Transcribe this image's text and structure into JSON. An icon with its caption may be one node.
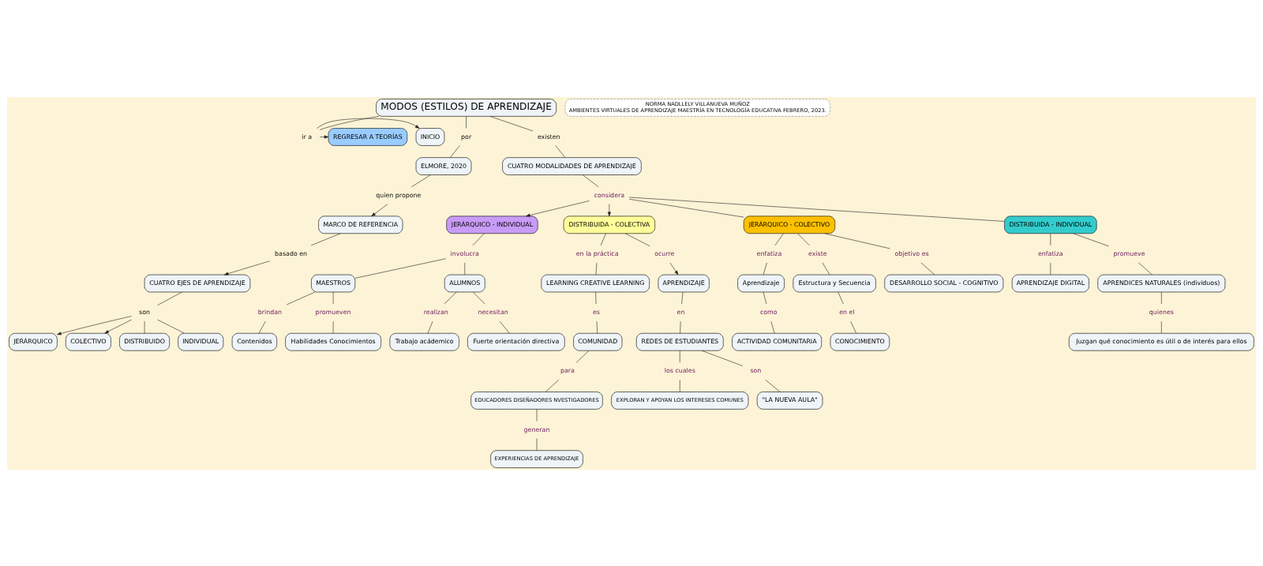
{
  "diagram": {
    "nodes": [
      {
        "text": [
          "INICIO"
        ]
      },
      {
        "text": [
          "ir a"
        ]
      },
      {
        "text": [
          "REGRESAR A TEORÍAS"
        ]
      },
      {
        "text": [
          "MODOS (ESTILOS) DE APRENDIZAJE"
        ]
      },
      {
        "text": [
          "por"
        ]
      },
      {
        "text": [
          "existen"
        ]
      },
      {
        "text": [
          "MARCO DE REFERENCIA"
        ]
      },
      {
        "text": [
          "quien propone"
        ]
      },
      {
        "text": [
          "ELMORE, 2020"
        ]
      },
      {
        "text": [
          "CUATRO MODALIDADES DE APRENDIZAJE"
        ]
      },
      {
        "text": [
          "basado en"
        ]
      },
      {
        "text": [
          "CUATRO EJES DE APRENDIZAJE"
        ]
      },
      {
        "text": [
          "considera"
        ]
      },
      {
        "text": [
          "JERÁRQUICO - INDIVIDUAL"
        ]
      },
      {
        "text": [
          "DISTRIBUIDA - COLECTIVA"
        ]
      },
      {
        "text": [
          "JERÁRQUICO - COLECTIVO"
        ]
      },
      {
        "text": [
          "DISTRIBUIDA - INDIVIDUAL"
        ]
      },
      {
        "text": [
          "JERÁRQUICO"
        ]
      },
      {
        "text": [
          "son"
        ]
      },
      {
        "text": [
          "COLECTIVO"
        ]
      },
      {
        "text": [
          "DISTRIBUIDO"
        ]
      },
      {
        "text": [
          "INDIVIDUAL"
        ]
      },
      {
        "text": [
          "involucra"
        ]
      },
      {
        "text": [
          "MAESTROS"
        ]
      },
      {
        "text": [
          "ALUMNOS"
        ]
      },
      {
        "text": [
          "brindan"
        ]
      },
      {
        "text": [
          "promueven"
        ]
      },
      {
        "text": [
          "realizan"
        ]
      },
      {
        "text": [
          "necesitan"
        ]
      },
      {
        "text": [
          "Contenidos"
        ]
      },
      {
        "text": [
          "Habilidades Conocimientos"
        ]
      },
      {
        "text": [
          "Trabajo acádemico"
        ]
      },
      {
        "text": [
          "Fuerte orientación directiva"
        ]
      },
      {
        "text": [
          "enfatiza"
        ]
      },
      {
        "text": [
          "existe"
        ]
      },
      {
        "text": [
          "objetivo es"
        ]
      },
      {
        "text": [
          "Aprendizaje"
        ]
      },
      {
        "text": [
          "Estructura y Secuencia"
        ]
      },
      {
        "text": [
          "DESARROLLO SOCIAL - COGNITIVO"
        ]
      },
      {
        "text": [
          "como"
        ]
      },
      {
        "text": [
          "en el"
        ]
      },
      {
        "text": [
          "ACTIVIDAD COMUNITARIA"
        ]
      },
      {
        "text": [
          "CONOCIMIENTO"
        ]
      },
      {
        "text": [
          "en la práctica"
        ]
      },
      {
        "text": [
          "LEARNING CREATIVE LEARNING"
        ]
      },
      {
        "text": [
          "ocurre"
        ]
      },
      {
        "text": [
          "APRENDIZAJE"
        ]
      },
      {
        "text": [
          "es"
        ]
      },
      {
        "text": [
          "COMUNIDAD"
        ]
      },
      {
        "text": [
          "en"
        ]
      },
      {
        "text": [
          "REDES DE ESTUDIANTES"
        ]
      },
      {
        "text": [
          "para"
        ]
      },
      {
        "text": [
          "enfatiza"
        ]
      },
      {
        "text": [
          "promueve"
        ]
      },
      {
        "text": [
          "APRENDIZAJE DIGITAL"
        ]
      },
      {
        "text": [
          "APRENDICES NATURALES (individuos)"
        ]
      },
      {
        "text": [
          "quienes"
        ]
      },
      {
        "text": [
          "Juzgan qué conocimiento es útil o de interés para ellos"
        ]
      },
      {
        "text": [
          "los cuales"
        ]
      },
      {
        "text": [
          "son"
        ]
      },
      {
        "text": [
          "EDUCADORES DISEÑADORES NVESTIGADORES"
        ]
      },
      {
        "text": [
          "\"LA NUEVA AULA\""
        ]
      },
      {
        "text": [
          "EXPLORAN Y APOYAN LOS INTERESES COMUNES"
        ]
      },
      {
        "text": [
          "generan"
        ]
      },
      {
        "text": [
          "EXPERIENCIAS DE APRENDIZAJE"
        ]
      },
      {
        "text": [
          "NORMA NADLLELY VILLANUEVA MUÑOZ",
          "AMBIENTES VIRTUALES DE APRENDIZAJE MAESTRÍA EN TECNOLOGÍA EDUCATIVA FEBRERO, 2023."
        ]
      }
    ],
    "edges": [
      {
        "from": 3,
        "to": 1,
        "arrow": "none"
      },
      {
        "from": 1,
        "to": 0,
        "arrow": "to"
      },
      {
        "from": 1,
        "to": 2,
        "arrow": "to"
      },
      {
        "from": 3,
        "to": 4,
        "arrow": "none"
      },
      {
        "from": 4,
        "to": 8,
        "arrow": "none"
      },
      {
        "from": 3,
        "to": 5,
        "arrow": "none"
      },
      {
        "from": 5,
        "to": 9,
        "arrow": "none"
      },
      {
        "from": 8,
        "to": 7,
        "arrow": "none"
      },
      {
        "from": 7,
        "to": 6,
        "arrow": "to"
      },
      {
        "from": 6,
        "to": 10,
        "arrow": "none"
      },
      {
        "from": 10,
        "to": 11,
        "arrow": "to"
      },
      {
        "from": 11,
        "to": 18,
        "arrow": "none"
      },
      {
        "from": 18,
        "to": 17,
        "arrow": "to"
      },
      {
        "from": 18,
        "to": 19,
        "arrow": "to"
      },
      {
        "from": 18,
        "to": 20,
        "arrow": "none"
      },
      {
        "from": 18,
        "to": 21,
        "arrow": "none"
      },
      {
        "from": 9,
        "to": 12,
        "arrow": "none"
      },
      {
        "from": 12,
        "to": 13,
        "arrow": "to"
      },
      {
        "from": 12,
        "to": 14,
        "arrow": "to"
      },
      {
        "from": 12,
        "to": 15,
        "arrow": "none"
      },
      {
        "from": 12,
        "to": 16,
        "arrow": "none"
      },
      {
        "from": 13,
        "to": 22,
        "arrow": "none"
      },
      {
        "from": 22,
        "to": 23,
        "arrow": "none"
      },
      {
        "from": 22,
        "to": 24,
        "arrow": "none"
      },
      {
        "from": 23,
        "to": 25,
        "arrow": "none"
      },
      {
        "from": 25,
        "to": 29,
        "arrow": "none"
      },
      {
        "from": 23,
        "to": 26,
        "arrow": "none"
      },
      {
        "from": 26,
        "to": 30,
        "arrow": "none"
      },
      {
        "from": 24,
        "to": 27,
        "arrow": "none"
      },
      {
        "from": 27,
        "to": 31,
        "arrow": "none"
      },
      {
        "from": 24,
        "to": 28,
        "arrow": "none"
      },
      {
        "from": 28,
        "to": 32,
        "arrow": "none"
      },
      {
        "from": 15,
        "to": 33,
        "arrow": "none"
      },
      {
        "from": 33,
        "to": 36,
        "arrow": "none"
      },
      {
        "from": 15,
        "to": 34,
        "arrow": "none"
      },
      {
        "from": 34,
        "to": 37,
        "arrow": "none"
      },
      {
        "from": 15,
        "to": 35,
        "arrow": "none"
      },
      {
        "from": 35,
        "to": 38,
        "arrow": "none"
      },
      {
        "from": 36,
        "to": 39,
        "arrow": "none"
      },
      {
        "from": 39,
        "to": 41,
        "arrow": "none"
      },
      {
        "from": 37,
        "to": 40,
        "arrow": "none"
      },
      {
        "from": 40,
        "to": 42,
        "arrow": "none"
      },
      {
        "from": 14,
        "to": 43,
        "arrow": "none"
      },
      {
        "from": 43,
        "to": 44,
        "arrow": "none"
      },
      {
        "from": 14,
        "to": 45,
        "arrow": "none"
      },
      {
        "from": 45,
        "to": 46,
        "arrow": "to"
      },
      {
        "from": 44,
        "to": 47,
        "arrow": "none"
      },
      {
        "from": 47,
        "to": 48,
        "arrow": "none"
      },
      {
        "from": 46,
        "to": 49,
        "arrow": "none"
      },
      {
        "from": 49,
        "to": 50,
        "arrow": "none"
      },
      {
        "from": 48,
        "to": 51,
        "arrow": "none"
      },
      {
        "from": 51,
        "to": 60,
        "arrow": "none"
      },
      {
        "from": 50,
        "to": 58,
        "arrow": "none"
      },
      {
        "from": 58,
        "to": 62,
        "arrow": "none"
      },
      {
        "from": 50,
        "to": 59,
        "arrow": "none"
      },
      {
        "from": 59,
        "to": 61,
        "arrow": "none"
      },
      {
        "from": 16,
        "to": 52,
        "arrow": "none"
      },
      {
        "from": 52,
        "to": 54,
        "arrow": "none"
      },
      {
        "from": 16,
        "to": 53,
        "arrow": "none"
      },
      {
        "from": 53,
        "to": 55,
        "arrow": "none"
      },
      {
        "from": 55,
        "to": 56,
        "arrow": "none"
      },
      {
        "from": 56,
        "to": 57,
        "arrow": "none"
      },
      {
        "from": 60,
        "to": 63,
        "arrow": "none"
      },
      {
        "from": 63,
        "to": 64,
        "arrow": "none"
      }
    ]
  }
}
